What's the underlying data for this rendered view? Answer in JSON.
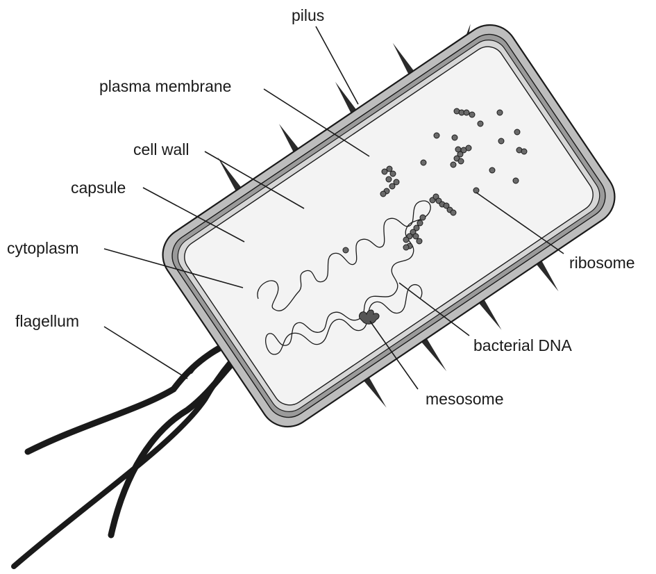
{
  "labels": {
    "pilus": "pilus",
    "plasma_membrane": "plasma membrane",
    "cell_wall": "cell wall",
    "capsule": "capsule",
    "cytoplasm": "cytoplasm",
    "flagellum": "flagellum",
    "ribosome": "ribosome",
    "bacterial_dna": "bacterial DNA",
    "mesosome": "mesosome"
  },
  "colors": {
    "capsule": "#bdbdbd",
    "cell_wall": "#9a9a9a",
    "cytoplasm": "#f3f3f3",
    "ink": "#1a1a1a",
    "ribosome": "#6a6a6a"
  }
}
